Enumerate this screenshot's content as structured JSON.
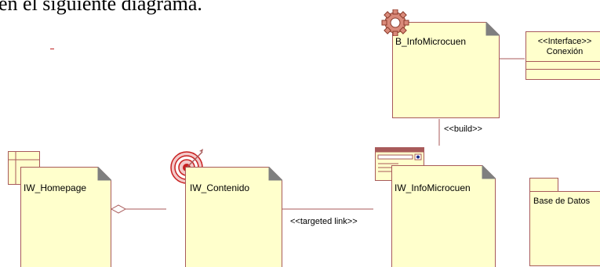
{
  "heading": "en el siguiente diagrama.",
  "elements": {
    "b_info": "B_InfoMicrocuen",
    "interface_stereotype": "<<Interface>>",
    "interface_name": "Conexión",
    "iw_home": "IW_Homepage",
    "iw_contenido": "IW_Contenido",
    "iw_info": "IW_InfoMicrocuen",
    "package": "Base de Datos"
  },
  "connectors": {
    "build": "<<build>>",
    "targeted_link": "<<targeted link>>"
  },
  "colors": {
    "note_fill": "#ffffcc",
    "note_border": "#a85a5a",
    "fold_fill": "#7f7f7f",
    "target_red": "#c82020"
  },
  "icons": [
    "gear-icon",
    "page-icon",
    "target-icon",
    "window-icon"
  ]
}
